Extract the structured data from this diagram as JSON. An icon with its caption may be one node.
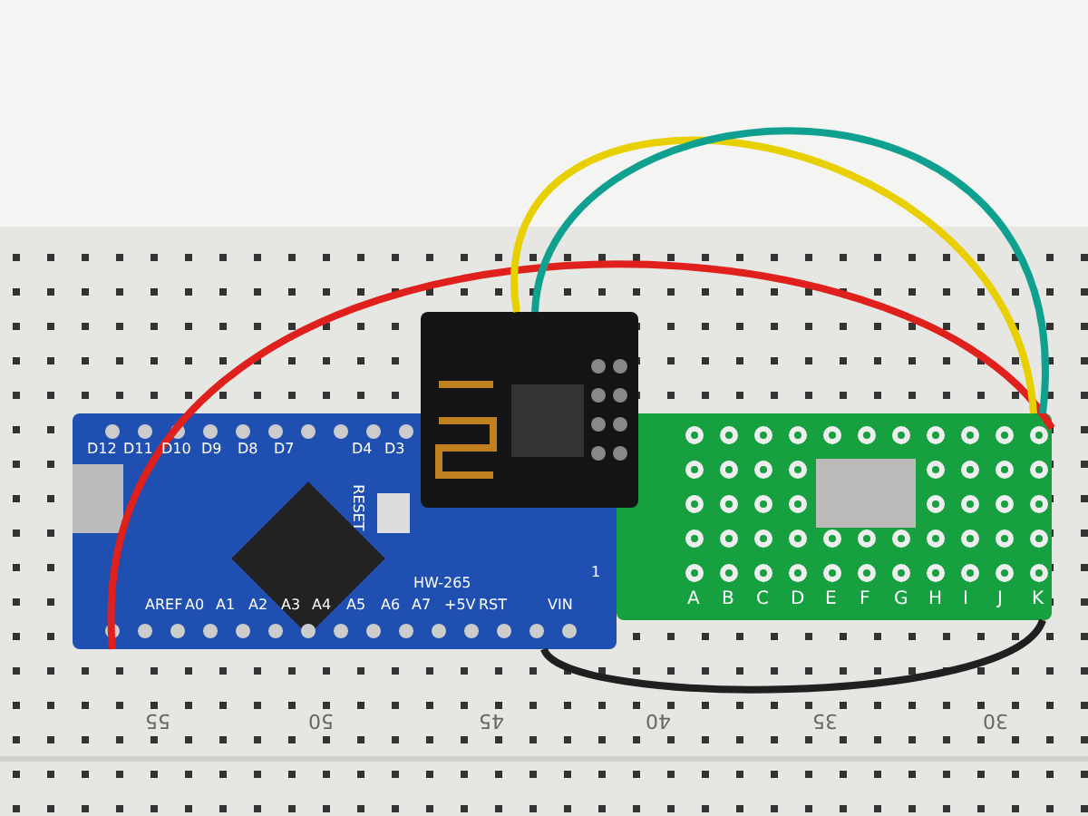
{
  "diagram": {
    "nodes": [
      {
        "text": [],
        "shape": "picture"
      },
      {
        "text": [],
        "shape": "picture"
      },
      {
        "text": [],
        "shape": "picture"
      }
    ],
    "edges": [
      {
        "from": 0,
        "to": 2,
        "arrow": "none",
        "color": "#e0201c"
      },
      {
        "from": 0,
        "to": 2,
        "arrow": "none",
        "color": "#202020"
      },
      {
        "from": 1,
        "to": 2,
        "arrow": "none",
        "color": "#e8d000"
      },
      {
        "from": 1,
        "to": 2,
        "arrow": "none",
        "color": "#10a090"
      }
    ],
    "labels": [
      "D12",
      "D11",
      "D10",
      "D9",
      "D8",
      "D7",
      "D4",
      "D3",
      "RESET",
      "HW-265",
      "AREF",
      "A0",
      "A1",
      "A2",
      "A3",
      "A4",
      "A5",
      "A6",
      "A7",
      "+5V",
      "RST",
      "VIN",
      "1",
      "A",
      "B",
      "C",
      "D",
      "E",
      "F",
      "G",
      "H",
      "I",
      "J",
      "K",
      "55",
      "50",
      "45",
      "40",
      "35",
      "30"
    ]
  }
}
